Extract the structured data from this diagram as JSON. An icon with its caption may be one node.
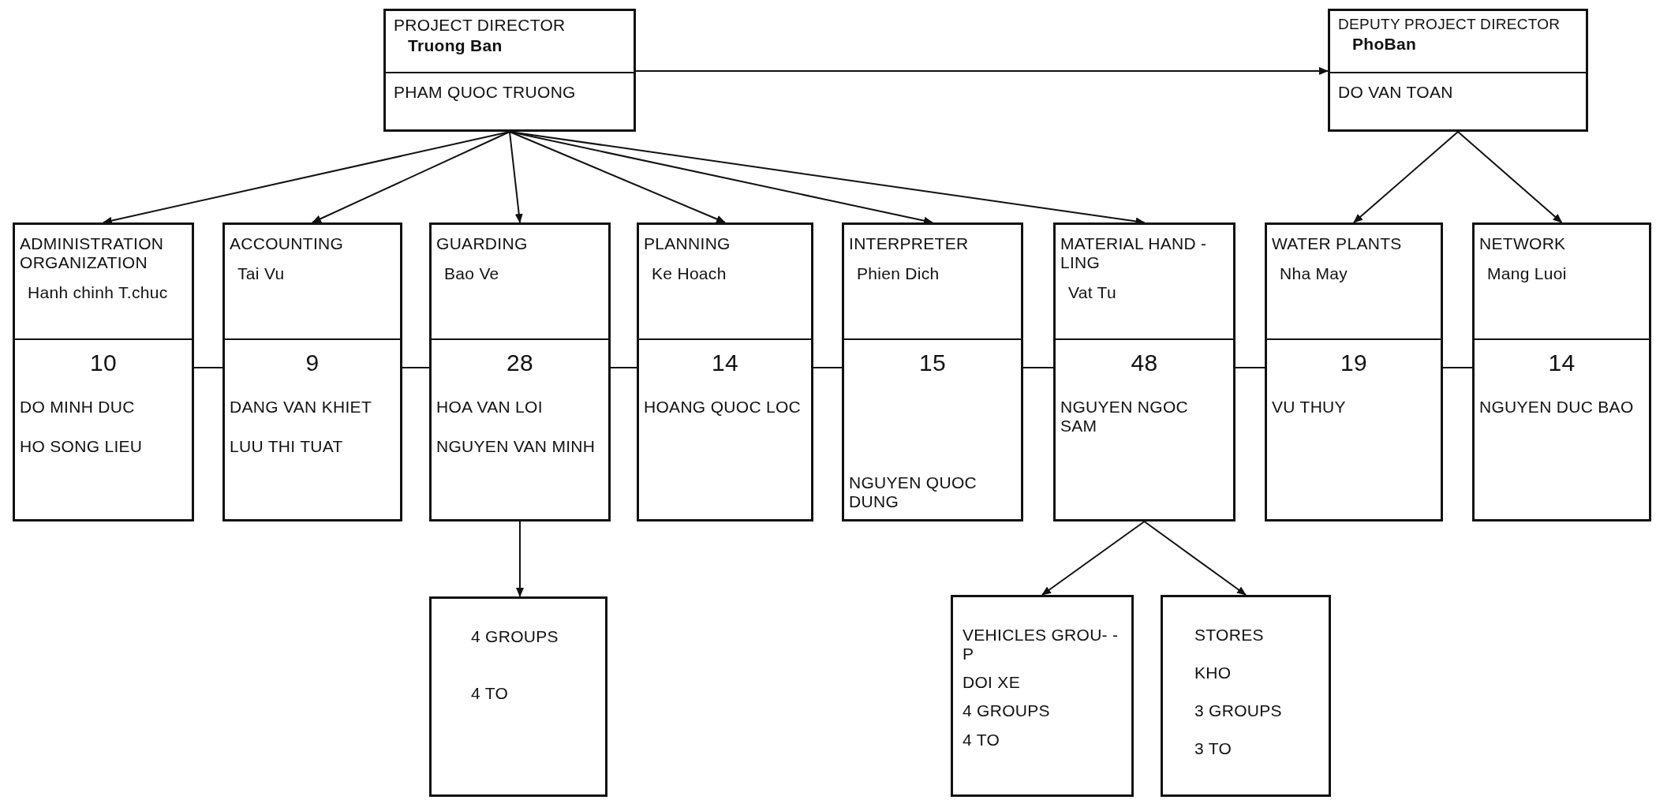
{
  "diagram": {
    "nodes": [
      {
        "text": [
          "PROJECT DIRECTOR",
          "Truong Ban",
          "PHAM QUOC TRUONG"
        ]
      },
      {
        "text": [
          "DEPUTY PROJECT DIRECTOR",
          "PhoBan",
          "DO VAN TOAN"
        ]
      },
      {
        "text": [
          "ADMINISTRATION ORGANIZATION",
          "Hanh chinh T.chuc",
          "10",
          "DO MINH DUC",
          "HO SONG LIEU"
        ]
      },
      {
        "text": [
          "ACCOUNTING",
          "Tai Vu",
          "9",
          "DANG VAN KHIET",
          "LUU THI TUAT"
        ]
      },
      {
        "text": [
          "GUARDING",
          "Bao Ve",
          "28",
          "HOA VAN LOI",
          "NGUYEN VAN MINH"
        ]
      },
      {
        "text": [
          "PLANNING",
          "Ke Hoach",
          "14",
          "HOANG QUOC LOC"
        ]
      },
      {
        "text": [
          "INTERPRETER",
          "Phien Dich",
          "15",
          "NGUYEN QUOC DUNG"
        ]
      },
      {
        "text": [
          "MATERIAL HAND -LING",
          "Vat Tu",
          "48",
          "NGUYEN NGOC SAM"
        ]
      },
      {
        "text": [
          "WATER PLANTS",
          "Nha May",
          "19",
          "VU THUY"
        ]
      },
      {
        "text": [
          "NETWORK",
          "Mang Luoi",
          "14",
          "NGUYEN DUC BAO"
        ]
      },
      {
        "text": [
          "4 GROUPS",
          "4 TO"
        ]
      },
      {
        "text": [
          "VEHICLES GROU- -P",
          "DOI XE",
          "4 GROUPS",
          "4 TO"
        ]
      },
      {
        "text": [
          "STORES",
          "KHO",
          "3 GROUPS",
          "3 TO"
        ]
      }
    ],
    "edges": [
      {
        "from": 0,
        "to": 1,
        "arrow": "to"
      },
      {
        "from": 0,
        "to": 2,
        "arrow": "to"
      },
      {
        "from": 0,
        "to": 3,
        "arrow": "to"
      },
      {
        "from": 0,
        "to": 4,
        "arrow": "to"
      },
      {
        "from": 0,
        "to": 5,
        "arrow": "to"
      },
      {
        "from": 0,
        "to": 6,
        "arrow": "to"
      },
      {
        "from": 0,
        "to": 7,
        "arrow": "to"
      },
      {
        "from": 1,
        "to": 8,
        "arrow": "to"
      },
      {
        "from": 1,
        "to": 9,
        "arrow": "to"
      },
      {
        "from": 4,
        "to": 10,
        "arrow": "to"
      },
      {
        "from": 7,
        "to": 11,
        "arrow": "to"
      },
      {
        "from": 7,
        "to": 12,
        "arrow": "to"
      },
      {
        "from": 2,
        "to": 3,
        "arrow": "none"
      },
      {
        "from": 3,
        "to": 4,
        "arrow": "none"
      },
      {
        "from": 4,
        "to": 5,
        "arrow": "none"
      },
      {
        "from": 5,
        "to": 6,
        "arrow": "none"
      },
      {
        "from": 6,
        "to": 7,
        "arrow": "none"
      },
      {
        "from": 7,
        "to": 8,
        "arrow": "none"
      },
      {
        "from": 8,
        "to": 9,
        "arrow": "none"
      }
    ]
  }
}
